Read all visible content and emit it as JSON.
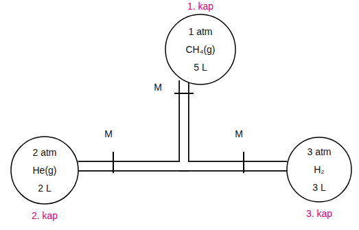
{
  "diagram": {
    "nodes": [
      {
        "text": [
          "1. kap",
          "1 atm",
          "CH₄(g)",
          "5 L"
        ]
      },
      {
        "text": [
          "2 atm",
          "He(g)",
          "2 L",
          "2. kap"
        ]
      },
      {
        "text": [
          "3 atm",
          "H₂",
          "3 L",
          "3. kap"
        ]
      }
    ],
    "edges": [
      {
        "from": 1,
        "to": 0,
        "arrow": "none"
      },
      {
        "from": 0,
        "to": 2,
        "arrow": "none"
      },
      {
        "from": 1,
        "to": 2,
        "arrow": "none"
      }
    ],
    "labels": [
      "M",
      "M",
      "M"
    ]
  }
}
